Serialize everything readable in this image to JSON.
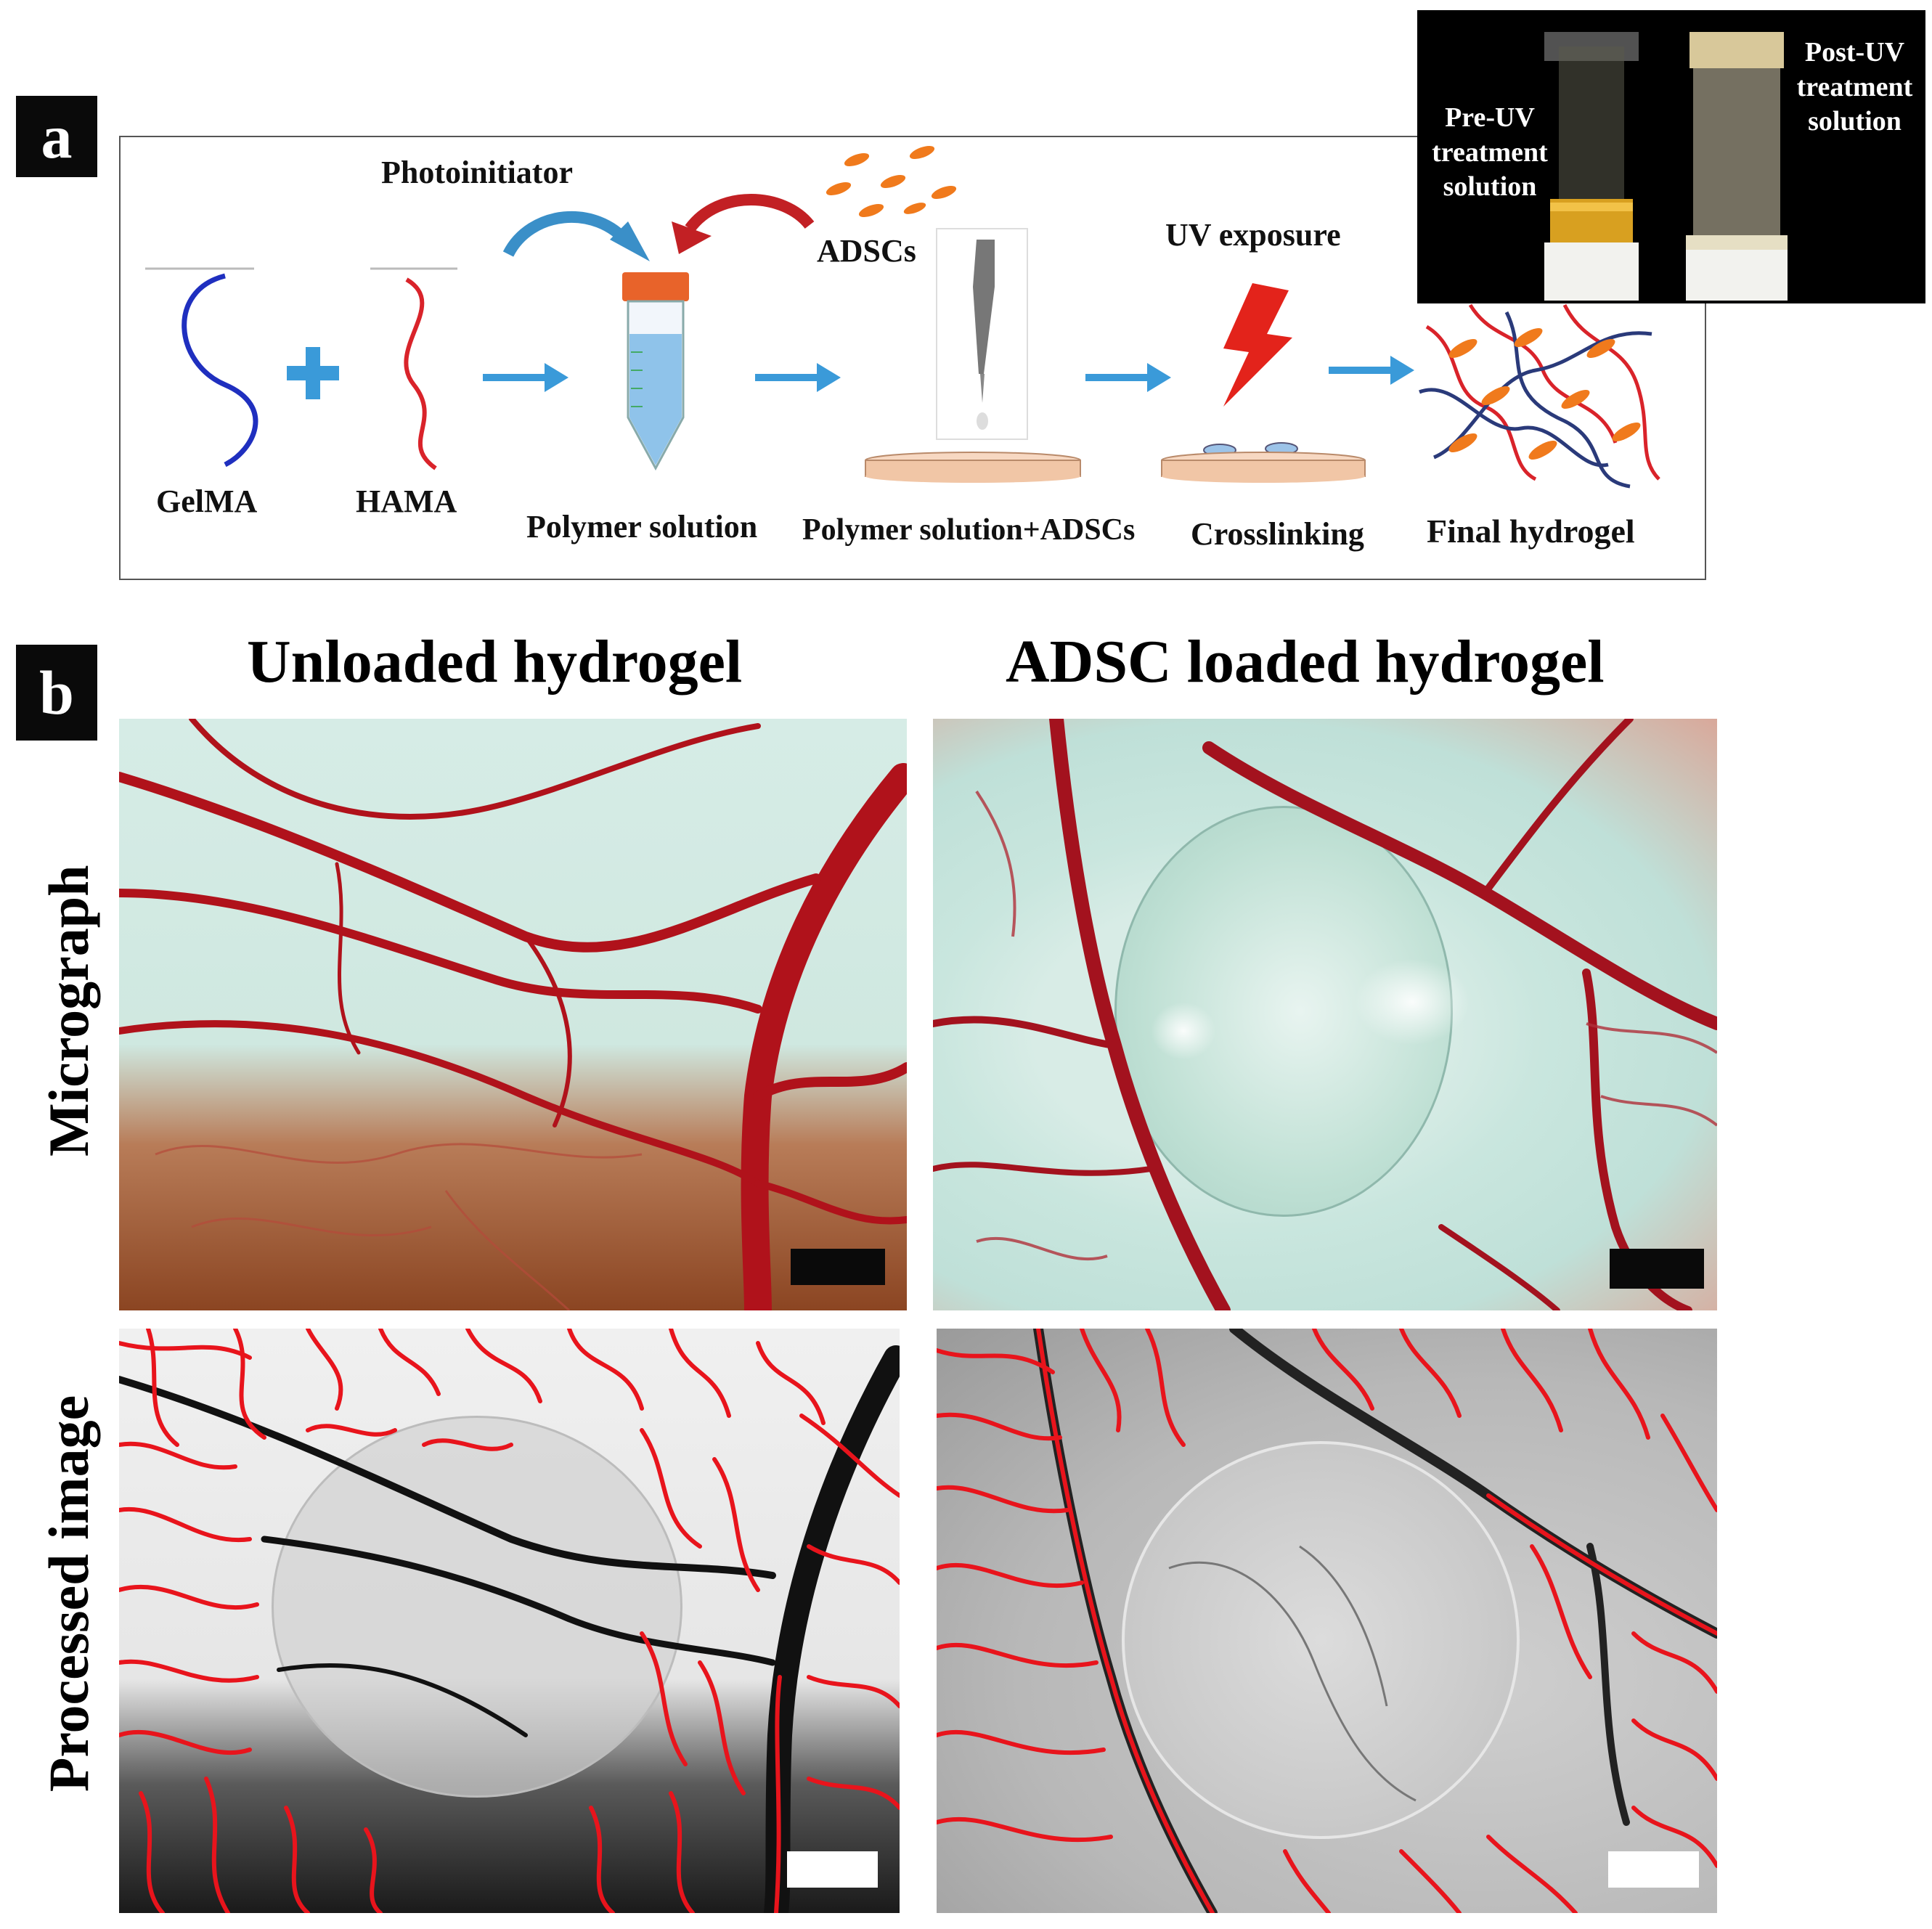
{
  "panel_a": {
    "letter": "a",
    "labels": {
      "photoinitiator": "Photoinitiator",
      "adscs": "ADSCs",
      "uv_exposure": "UV exposure",
      "gelma": "GelMA",
      "hama": "HAMA",
      "polymer_solution": "Polymer solution",
      "polymer_adscs": "Polymer solution+ADSCs",
      "crosslinking": "Crosslinking",
      "final_hydrogel": "Final hydrogel"
    },
    "inset": {
      "pre_uv": "Pre-UV\ntreatment\nsolution",
      "post_uv": "Post-UV\ntreatment\nsolution"
    }
  },
  "panel_b": {
    "letter": "b",
    "col_titles": [
      "Unloaded hydrogel",
      "ADSC loaded hydrogel"
    ],
    "row_titles": [
      "Micrograph",
      "Processed image"
    ]
  },
  "colors": {
    "arrow": "#3a9ad9",
    "gelma_strand": "#1f2fbf",
    "hama_strand": "#d9232a",
    "vessel_red": "#b0121b",
    "processed_red": "#e8141c",
    "cell_orange": "#f07a1c"
  }
}
